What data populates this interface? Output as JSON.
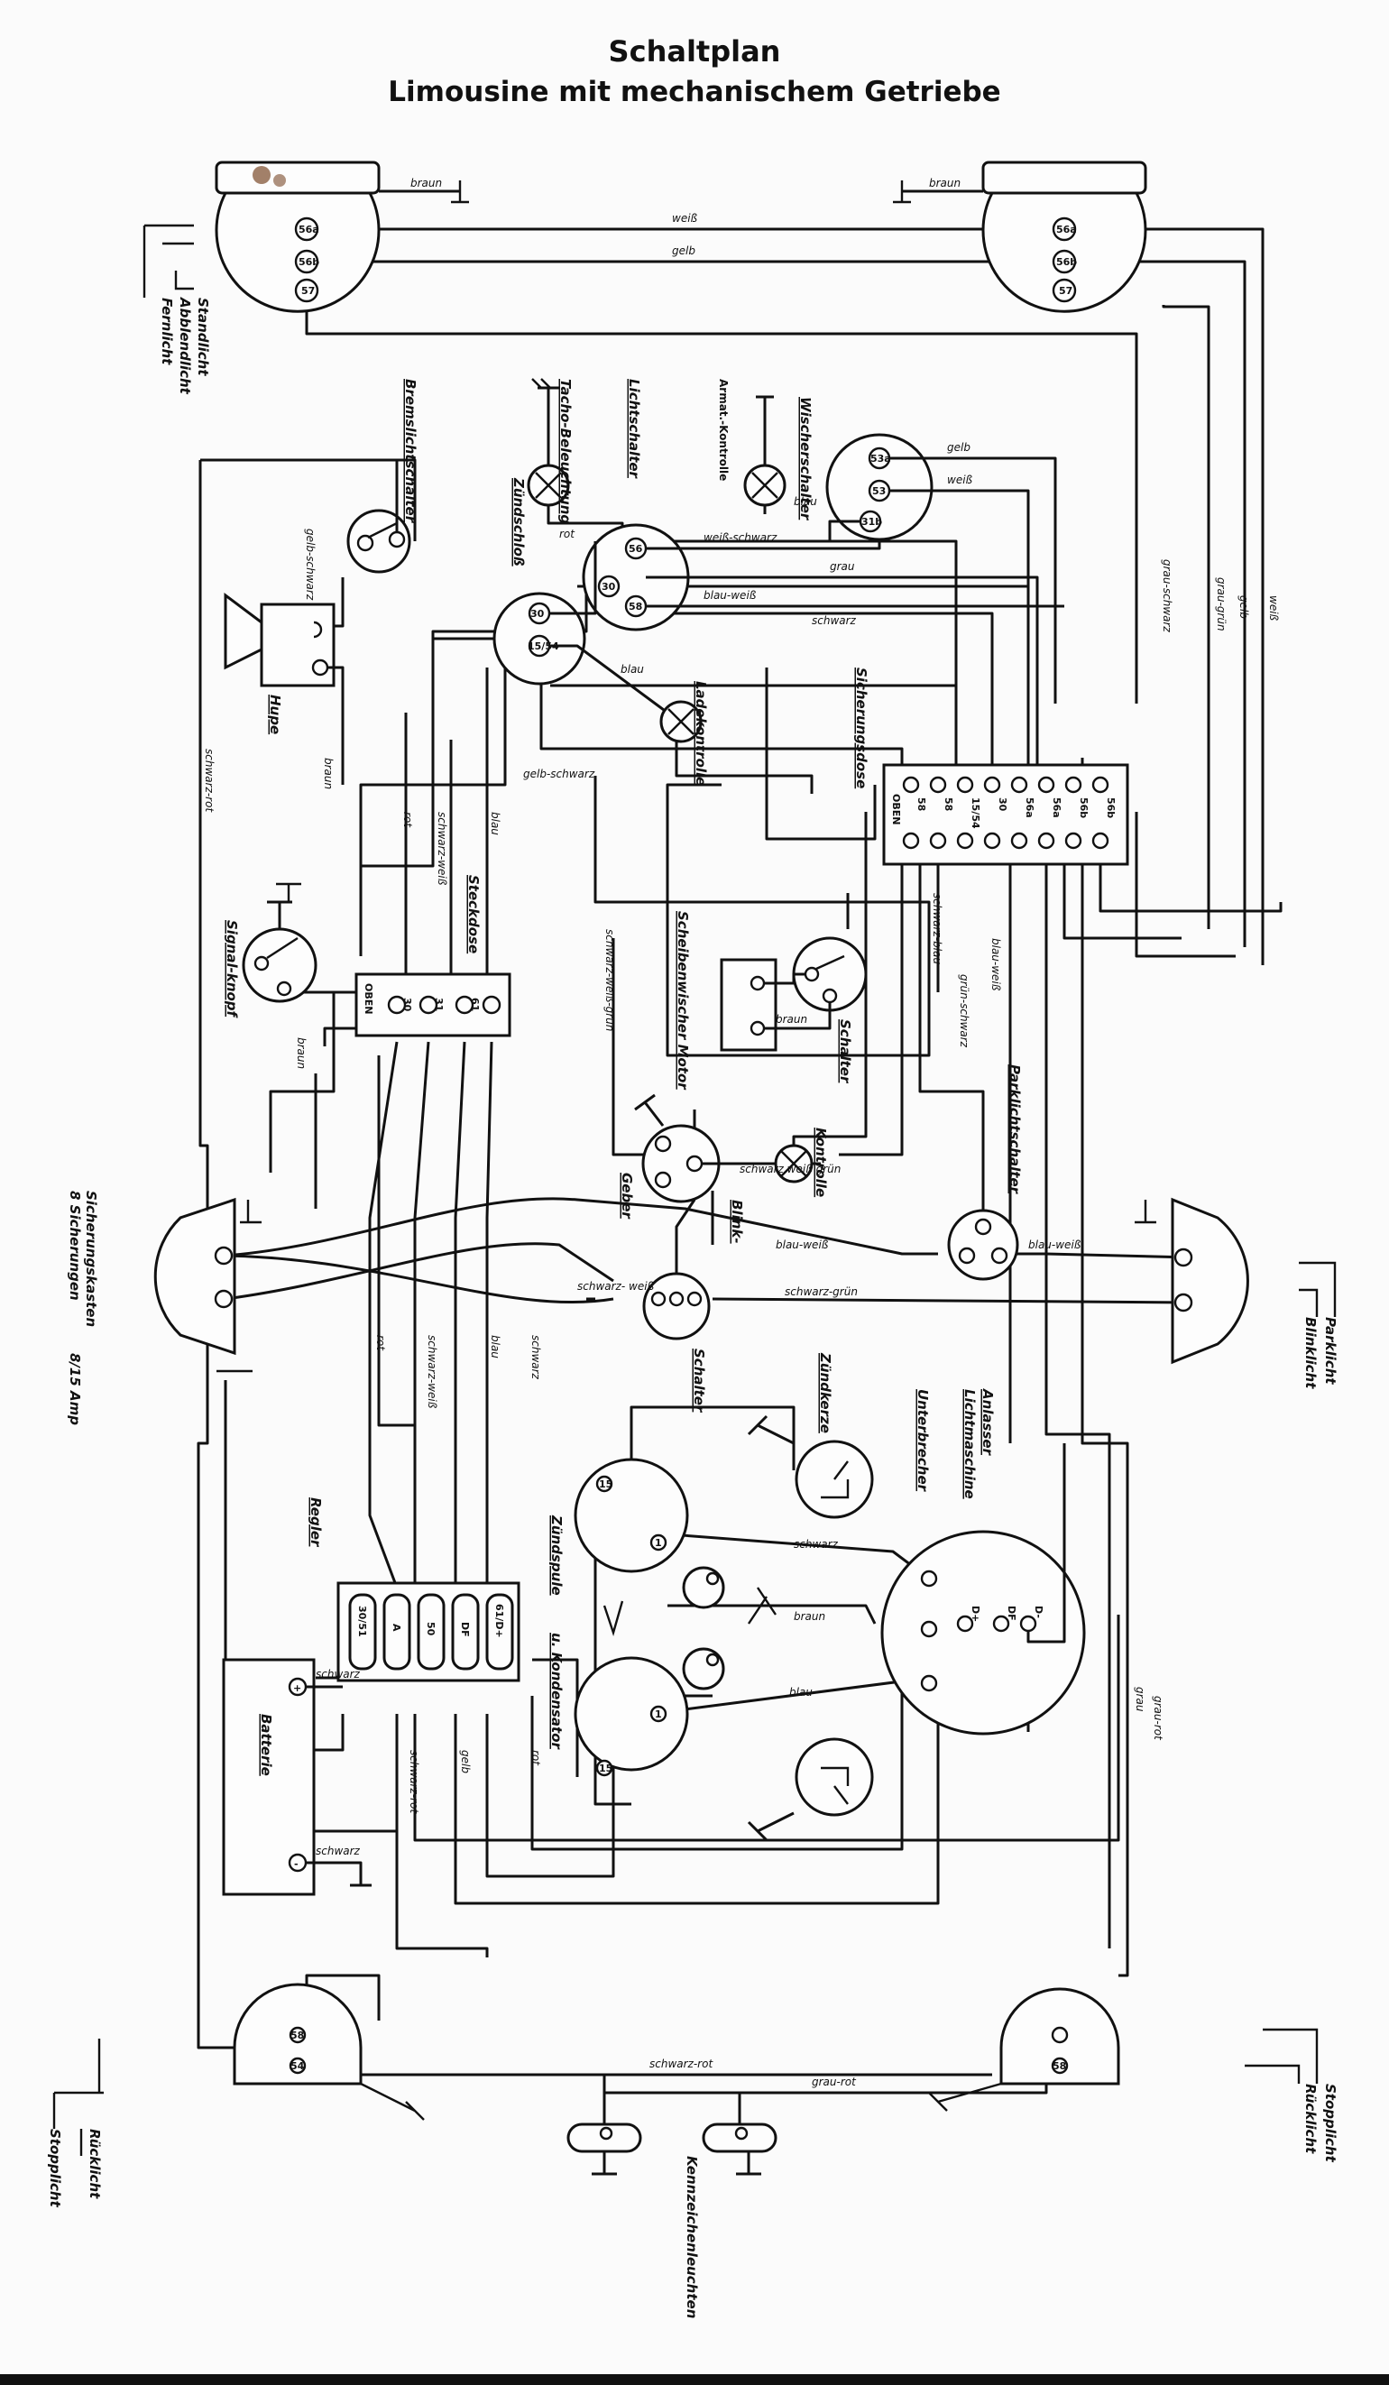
{
  "title": {
    "line1": "Schaltplan",
    "line2": "Limousine mit mechanischem Getriebe"
  },
  "components": {
    "headlight_left_legend": [
      "Standlicht",
      "Abblendlicht",
      "Fernlicht"
    ],
    "bremslichtschalter": "Bremslichtschalter",
    "tachobeleuchtung": "Tacho-Beleuchtung",
    "lichtschalter": "Lichtschalter",
    "armaturenkontrolle": "Armat.-Kontrolle",
    "wischerschalter": "Wischerschalter",
    "zuendschloss": "Zündschloß",
    "hupe": "Hupe",
    "ladekontrolle": "Ladekontrolle",
    "sicherungsdose": "Sicherungsdose",
    "signalknopf": "Signal-knopf",
    "steckdose": "Steckdose",
    "scheibenwischermotor": "Scheibenwischer Motor",
    "schalter_upper": "Schalter",
    "parklichtschalter": "Parklichtschalter",
    "kontrolle": "Kontrolle",
    "geber": "Geber",
    "blinkschalter_a": "Blink-",
    "blinkschalter_b": "Schalter",
    "sicherungskasten": [
      "Sicherungskasten",
      "8 Sicherungen",
      "8/15 Amp"
    ],
    "parklicht_legend": [
      "Parklicht",
      "Blinklicht"
    ],
    "zuendkerze": "Zündkerze",
    "anlasser": [
      "Anlasser",
      "Lichtmaschine"
    ],
    "unterbrecher": "Unterbrecher",
    "regler": "Regler",
    "zuendspule": "Zündspule",
    "kondensator": "u. Kondensator",
    "batterie": "Batterie",
    "rear_left_legend": [
      "Rücklicht",
      "Stopplicht"
    ],
    "rear_right_legend": [
      "Stopplicht",
      "Rücklicht"
    ],
    "kennzeichenleuchten": "Kennzeichenleuchten"
  },
  "terminals": {
    "head_left": [
      "56a",
      "56b",
      "57"
    ],
    "head_right": [
      "56a",
      "56b",
      "57"
    ],
    "wischer": [
      "53a",
      "53",
      "31b"
    ],
    "licht": [
      "56",
      "30",
      "58"
    ],
    "zuend": [
      "30",
      "15/54"
    ],
    "fuse_top": [
      "58",
      "58",
      "15/54",
      "30",
      "56a",
      "56a",
      "56b",
      "56b"
    ],
    "fuse_obn": "OBEN",
    "steckdose": [
      "OBEN",
      "30",
      "31",
      "61"
    ],
    "regler": [
      "30/51",
      "A",
      "50",
      "DF",
      "61/D+"
    ],
    "coil": [
      "15",
      "1"
    ],
    "dynamo": [
      "D+",
      "DF",
      "D-"
    ],
    "rear": [
      "58",
      "54",
      "58"
    ],
    "battery": [
      "+",
      "-"
    ]
  },
  "wires": {
    "braun": "braun",
    "weiss": "weiß",
    "gelb": "gelb",
    "grau": "grau",
    "grau_gruen": "grau-grün",
    "grau_schwarz": "grau-schwarz",
    "blau": "blau",
    "rot": "rot",
    "weiss_schwarz": "weiß-schwarz",
    "blau_weiss": "blau-weiß",
    "schwarz": "schwarz",
    "gelb_schwarz": "gelb-schwarz",
    "schwarz_rot": "schwarz-rot",
    "schwarz_weiss": "schwarz-weiß",
    "schwarz_blau": "schwarz-blau",
    "schwarz_weiss_gruen": "schwarz-weiß-grün",
    "gruen_schwarz": "grün-schwarz",
    "blau_weiss_b": "blau-weiß",
    "schwarz_weiss_gruen_b": "schwarz weiß grün",
    "schwarz_gruen": "schwarz-grün",
    "schwarz_weiss_b": "schwarz- weiß",
    "gelb_schwarz_b": "gelb-schwarz",
    "grau_rot": "grau-rot",
    "schwarz_rot_b": "schwarz-rot",
    "grau_rot_b": "grau-rot",
    "braun_b": "braun",
    "blau_b": "blau",
    "schwarz_b": "schwarz",
    "rot_b": "rot",
    "gelb_b": "gelb",
    "schwarz_rot_c": "schwarz-rot",
    "schwarz_weiss_c": "schwarz-weiß"
  }
}
